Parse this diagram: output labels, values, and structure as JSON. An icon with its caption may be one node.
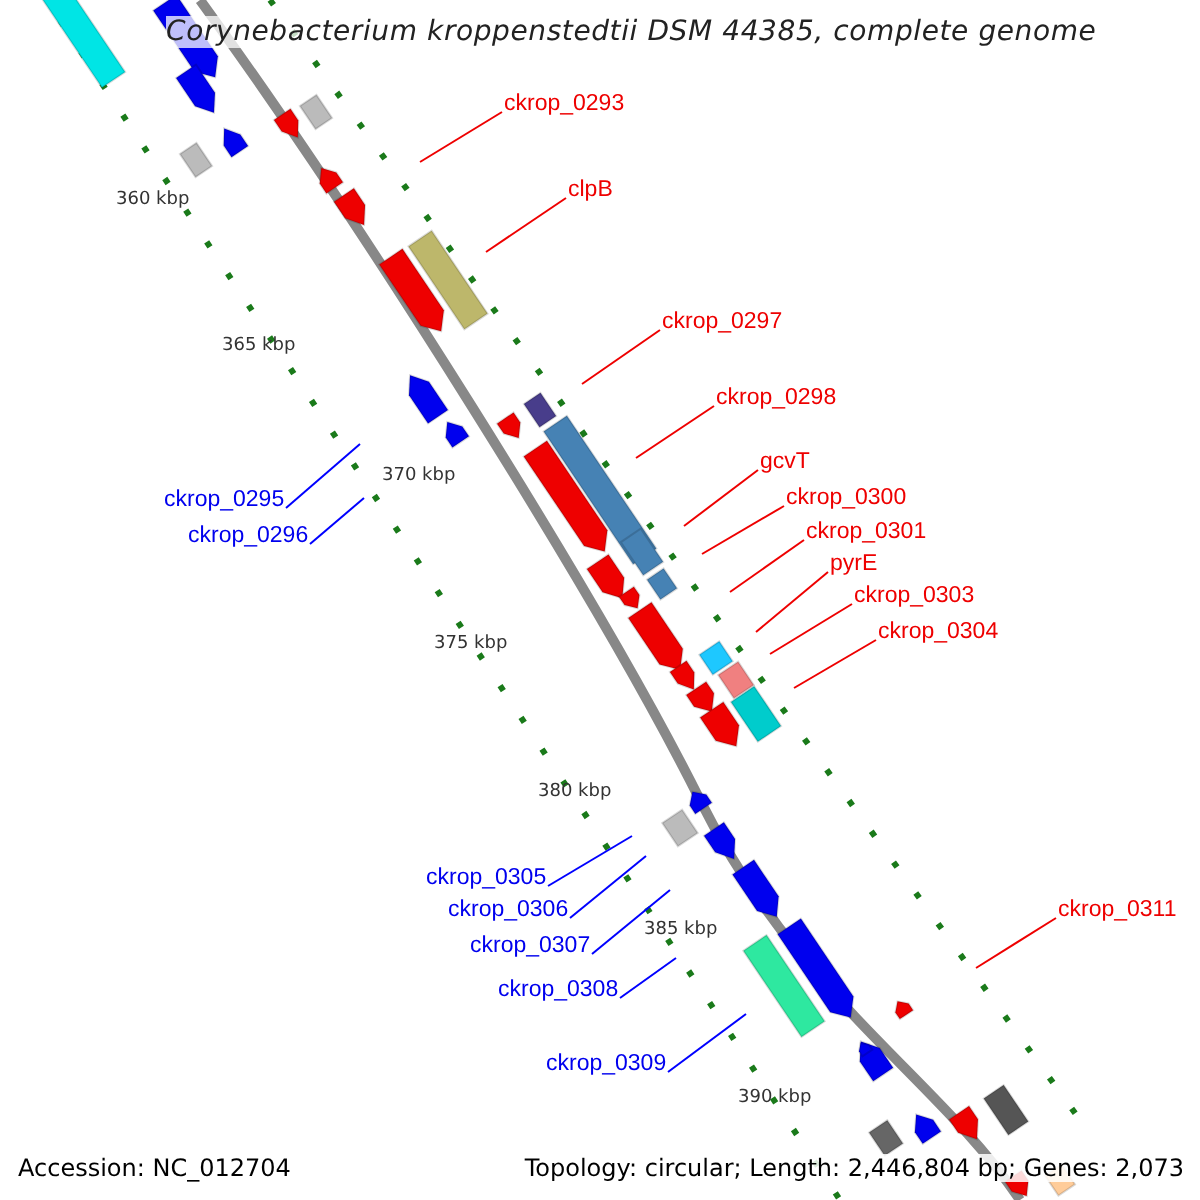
{
  "diagram": {
    "title": "Corynebacterium kroppenstedtii DSM 44385, complete genome",
    "nodes": [
      {
        "text": [
          "ckrop_0293"
        ]
      },
      {
        "text": [
          "clpB"
        ]
      },
      {
        "text": [
          "ckrop_0297"
        ]
      },
      {
        "text": [
          "ckrop_0298"
        ]
      },
      {
        "text": [
          "gcvT"
        ]
      },
      {
        "text": [
          "ckrop_0300"
        ]
      },
      {
        "text": [
          "ckrop_0295"
        ]
      },
      {
        "text": [
          "ckrop_0301"
        ]
      },
      {
        "text": [
          "ckrop_0296"
        ]
      },
      {
        "text": [
          "pyrE"
        ]
      },
      {
        "text": [
          "ckrop_0303"
        ]
      },
      {
        "text": [
          "ckrop_0304"
        ]
      },
      {
        "text": [
          "ckrop_0305"
        ]
      },
      {
        "text": [
          "ckrop_0306"
        ]
      },
      {
        "text": [
          "ckrop_0311"
        ]
      },
      {
        "text": [
          "ckrop_0307"
        ]
      },
      {
        "text": [
          "ckrop_0308"
        ]
      },
      {
        "text": [
          "ckrop_0309"
        ]
      }
    ],
    "edges": [
      {
        "from": 0,
        "to": null,
        "arrow": "none"
      },
      {
        "from": 1,
        "to": null,
        "arrow": "none"
      },
      {
        "from": 2,
        "to": null,
        "arrow": "none"
      },
      {
        "from": 3,
        "to": null,
        "arrow": "none"
      },
      {
        "from": 4,
        "to": null,
        "arrow": "none"
      },
      {
        "from": 5,
        "to": null,
        "arrow": "none"
      },
      {
        "from": 6,
        "to": null,
        "arrow": "none",
        "color": "#0000ff"
      },
      {
        "from": 7,
        "to": null,
        "arrow": "none"
      },
      {
        "from": 8,
        "to": null,
        "arrow": "none",
        "color": "#0000ff"
      },
      {
        "from": 9,
        "to": null,
        "arrow": "none"
      },
      {
        "from": 10,
        "to": null,
        "arrow": "none"
      },
      {
        "from": 11,
        "to": null,
        "arrow": "none"
      },
      {
        "from": 12,
        "to": null,
        "arrow": "none",
        "color": "#0000ff"
      },
      {
        "from": 13,
        "to": null,
        "arrow": "none",
        "color": "#0000ff"
      },
      {
        "from": 14,
        "to": null,
        "arrow": "none"
      },
      {
        "from": 15,
        "to": null,
        "arrow": "none",
        "color": "#0000ff"
      },
      {
        "from": 16,
        "to": null,
        "arrow": "none",
        "color": "#0000ff"
      },
      {
        "from": 17,
        "to": null,
        "arrow": "none",
        "color": "#0000ff"
      }
    ],
    "labels": [
      "360 kbp",
      "365 kbp",
      "370 kbp",
      "375 kbp",
      "380 kbp",
      "385 kbp",
      "390 kbp",
      "Accession: NC_012704",
      "Topology: circular; Length: 2,446,804 bp; Genes: 2,073"
    ]
  }
}
